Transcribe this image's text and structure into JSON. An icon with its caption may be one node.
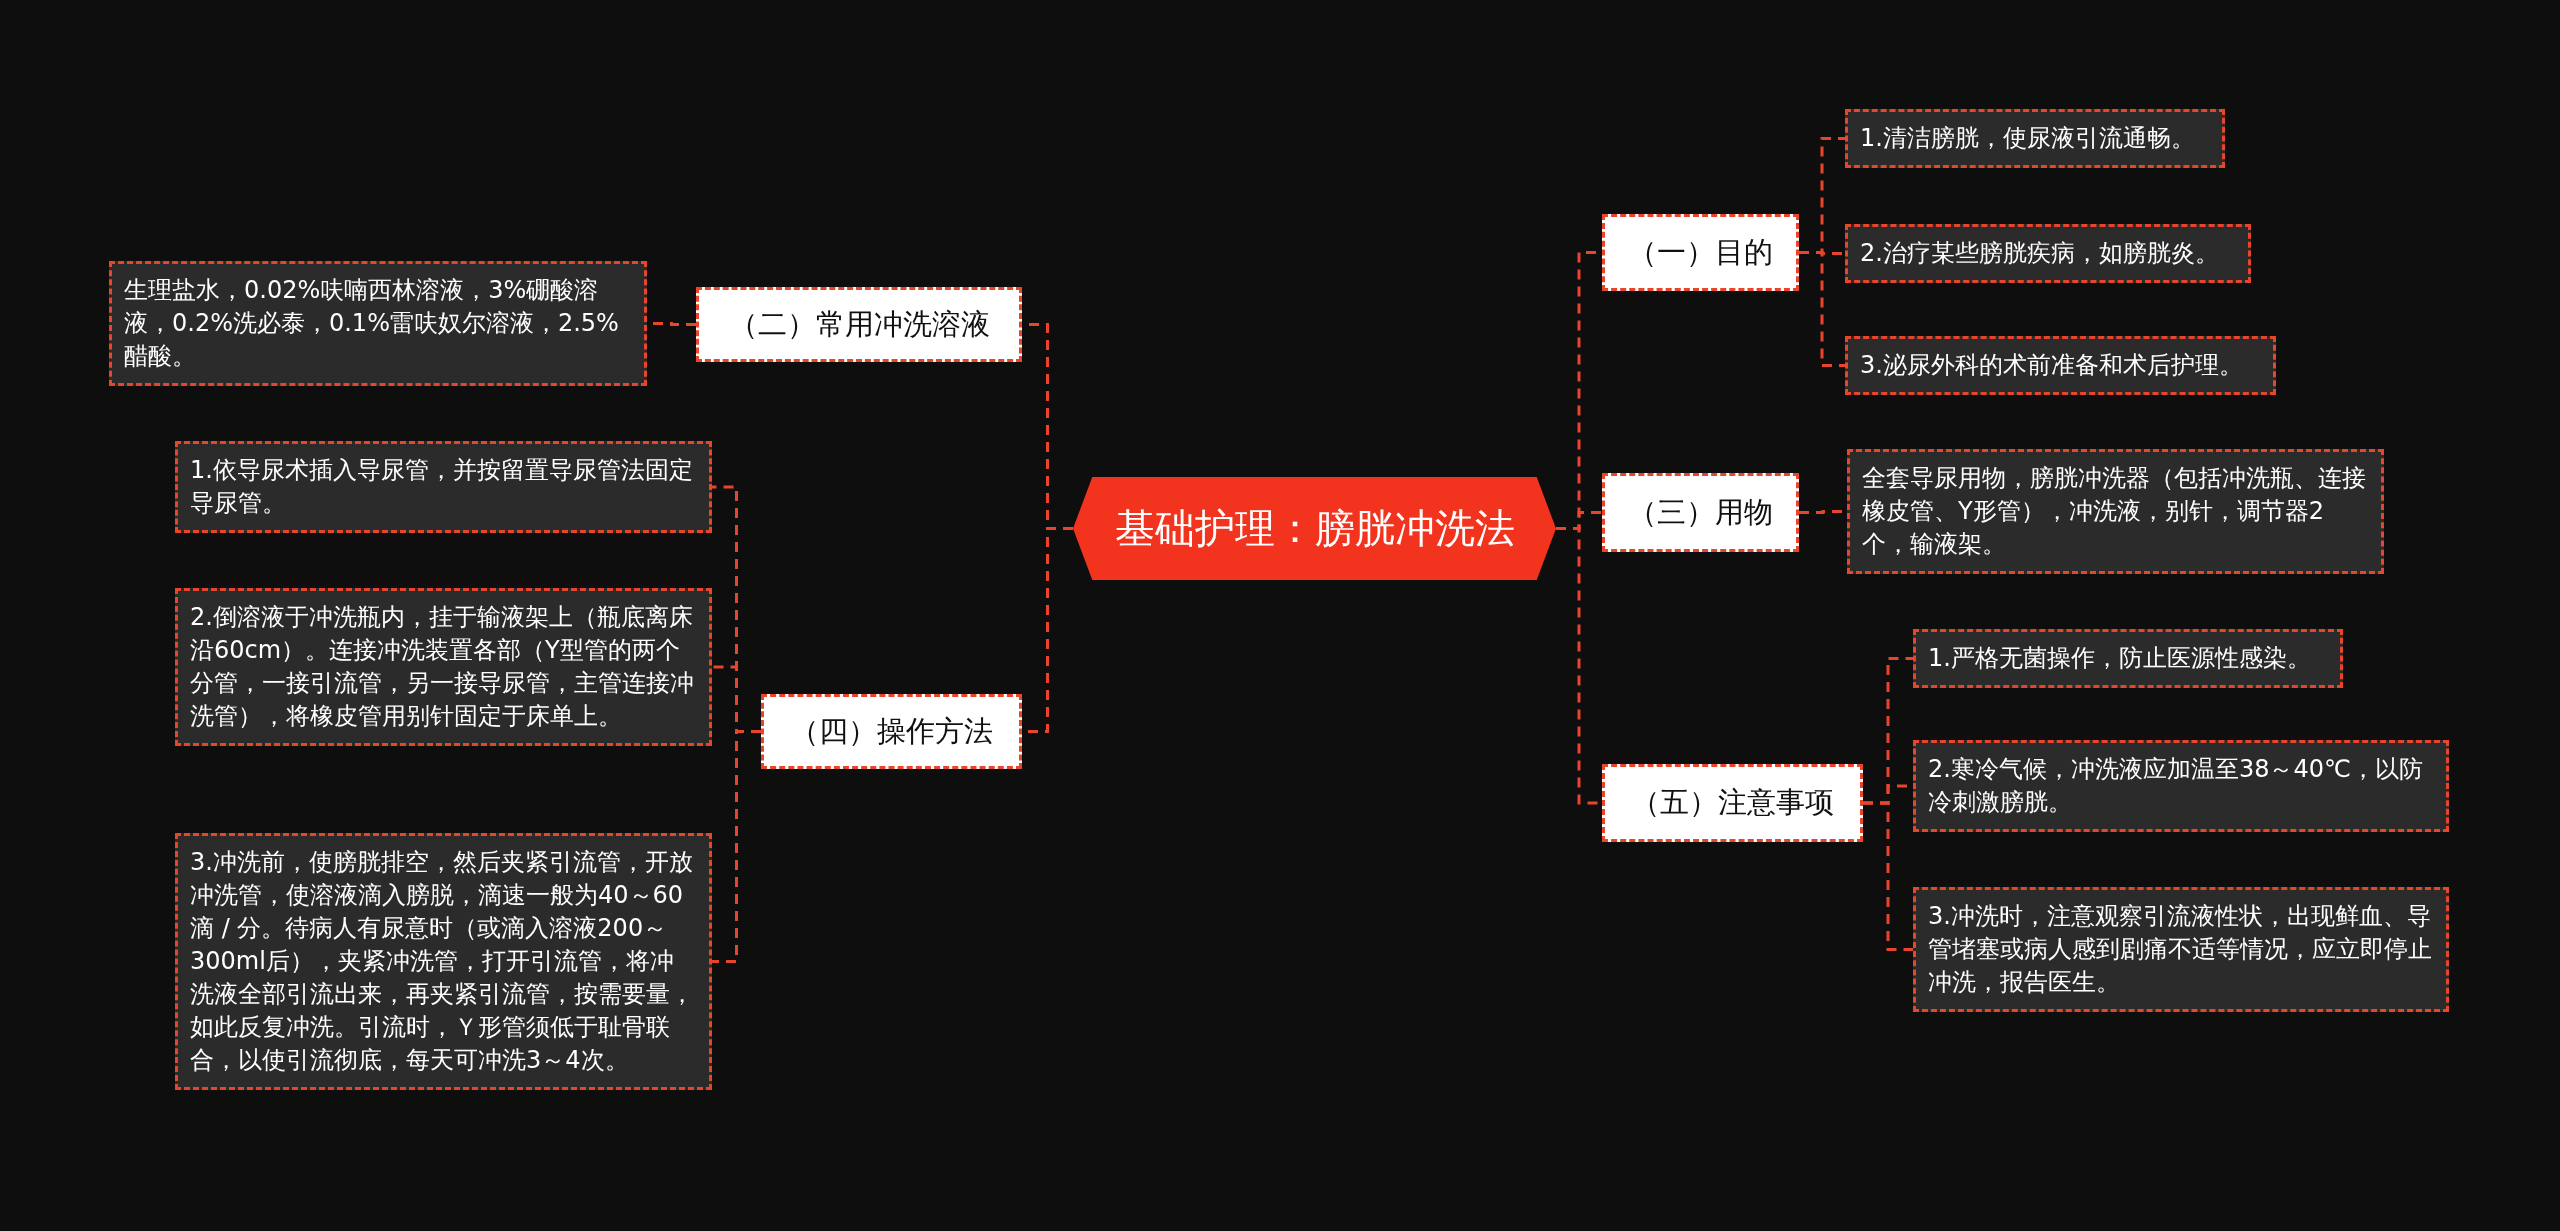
{
  "diagram": {
    "nodes": [
      {
        "text": [
          "基础护理：膀胱冲洗法"
        ]
      },
      {
        "text": [
          "（一）目的"
        ]
      },
      {
        "text": [
          "1.清洁膀胱，使尿液引流通畅。"
        ]
      },
      {
        "text": [
          "2.治疗某些膀胱疾病，如膀胱炎。"
        ]
      },
      {
        "text": [
          "3.泌尿外科的术前准备和术后护理。"
        ]
      },
      {
        "text": [
          "（二）常用冲洗溶液"
        ]
      },
      {
        "text": [
          "生理盐水，0.02%呋喃西林溶液，3%硼酸溶液，0.2%洗必泰，0.1%雷呋奴尔溶液，2.5%醋酸。"
        ]
      },
      {
        "text": [
          "（三）用物"
        ]
      },
      {
        "text": [
          "全套导尿用物，膀胱冲洗器（包括冲洗瓶、连接橡皮管、Y形管），冲洗液，别针，调节器2个，输液架。"
        ]
      },
      {
        "text": [
          "（四）操作方法"
        ]
      },
      {
        "text": [
          "1.依导尿术插入导尿管，并按留置导尿管法固定导尿管。"
        ]
      },
      {
        "text": [
          "2.倒溶液于冲洗瓶内，挂于输液架上（瓶底离床沿60cm）。连接冲洗装置各部（Y型管的两个分管，一接引流管，另一接导尿管，主管连接冲洗管），将橡皮管用别针固定于床单上。"
        ]
      },
      {
        "text": [
          "3.冲洗前，使膀胱排空，然后夹紧引流管，开放冲洗管，使溶液滴入膀脱，滴速一般为40～60滴 / 分。待病人有尿意时（或滴入溶液200～300ml后），夹紧冲洗管，打开引流管，将冲洗液全部引流出来，再夹紧引流管，按需要量，如此反复冲洗。引流时，Ｙ形管须低于耻骨联合，以使引流彻底，每天可冲洗3～4次。"
        ]
      },
      {
        "text": [
          "（五）注意事项"
        ]
      },
      {
        "text": [
          "1.严格无菌操作，防止医源性感染。"
        ]
      },
      {
        "text": [
          "2.寒冷气候，冲洗液应加温至38～40℃，以防冷刺激膀胱。"
        ]
      },
      {
        "text": [
          "3.冲洗时，注意观察引流液性状，出现鲜血、导管堵塞或病人感到剧痛不适等情况，应立即停止冲洗，报告医生。"
        ]
      }
    ],
    "edges": [
      {
        "from": 0,
        "to": 1,
        "arrow": "none"
      },
      {
        "from": 1,
        "to": 2,
        "arrow": "none"
      },
      {
        "from": 1,
        "to": 3,
        "arrow": "none"
      },
      {
        "from": 1,
        "to": 4,
        "arrow": "none"
      },
      {
        "from": 0,
        "to": 5,
        "arrow": "none"
      },
      {
        "from": 5,
        "to": 6,
        "arrow": "none"
      },
      {
        "from": 0,
        "to": 7,
        "arrow": "none"
      },
      {
        "from": 7,
        "to": 8,
        "arrow": "none"
      },
      {
        "from": 0,
        "to": 9,
        "arrow": "none"
      },
      {
        "from": 9,
        "to": 10,
        "arrow": "none"
      },
      {
        "from": 9,
        "to": 11,
        "arrow": "none"
      },
      {
        "from": 9,
        "to": 12,
        "arrow": "none"
      },
      {
        "from": 0,
        "to": 13,
        "arrow": "none"
      },
      {
        "from": 13,
        "to": 14,
        "arrow": "none"
      },
      {
        "from": 13,
        "to": 15,
        "arrow": "none"
      },
      {
        "from": 13,
        "to": 16,
        "arrow": "none"
      }
    ]
  }
}
